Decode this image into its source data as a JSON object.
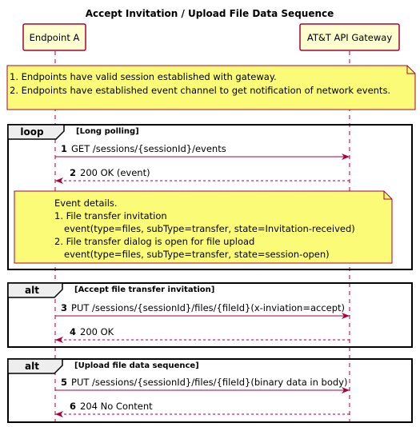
{
  "title": "Accept Invitation / Upload File Data Sequence",
  "participants": {
    "a": "Endpoint A",
    "b": "AT&T API Gateway"
  },
  "notes": {
    "top": [
      "1. Endpoints have valid session established with gateway.",
      "2. Endpoints have established event channel to get notification of network events."
    ],
    "event": [
      "Event details.",
      "1. File transfer invitation",
      "event(type=files, subType=transfer, state=Invitation-received)",
      "2. File transfer dialog is open for file upload",
      "event(type=files, subType=transfer, state=session-open)"
    ]
  },
  "fragments": [
    {
      "keyword": "loop",
      "label": "[Long polling]"
    },
    {
      "keyword": "alt",
      "label": "[Accept file transfer invitation]"
    },
    {
      "keyword": "alt",
      "label": "[Upload file data sequence]"
    }
  ],
  "messages": [
    {
      "num": "1",
      "text": "GET /sessions/{sessionId}/events",
      "direction": "request"
    },
    {
      "num": "2",
      "text": "200 OK (event)",
      "direction": "response"
    },
    {
      "num": "3",
      "text": "PUT /sessions/{sessionId}/files/{fileId}(x-inviation=accept)",
      "direction": "request"
    },
    {
      "num": "4",
      "text": "200 OK",
      "direction": "response"
    },
    {
      "num": "5",
      "text": "PUT /sessions/{sessionId}/files/{fileId}(binary data in body)",
      "direction": "request"
    },
    {
      "num": "6",
      "text": "204 No Content",
      "direction": "response"
    }
  ],
  "colors": {
    "participant_fill": "#FEFECE",
    "participant_border": "#A80036",
    "note_fill": "#FBFB77",
    "note_border": "#A80036",
    "arrow": "#A80036",
    "frame_header_fill": "#EEEEEE"
  }
}
